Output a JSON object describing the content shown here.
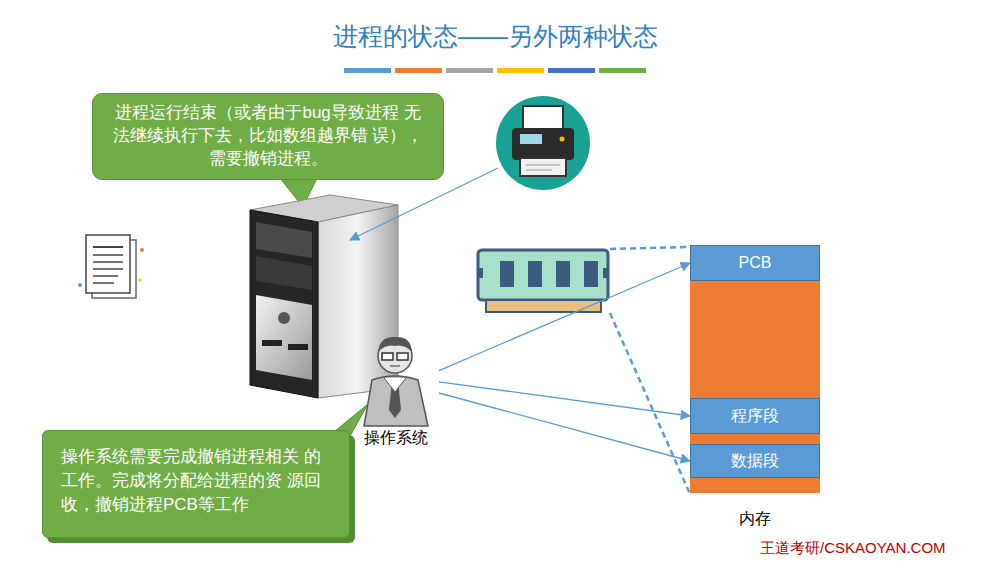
{
  "diagram": {
    "title": "进程的状态——另外两种状态",
    "nodes": [
      {
        "text": [
          "进程运行结束（或者由于bug导致进程 无法继续执行下去，比如数组越界错 误），需要撤销进程。"
        ]
      },
      {
        "text": [
          "操作系统"
        ]
      },
      {
        "text": [
          "操作系统需要完成撤销进程相关 的工作。完成将分配给进程的资 源回收，撤销进程PCB等工作"
        ]
      },
      {
        "text": [
          "内存"
        ]
      },
      {
        "text": [
          "PCB"
        ],
        "in": 3
      },
      {
        "text": [
          "程序段"
        ],
        "in": 3
      },
      {
        "text": [
          "数据段"
        ],
        "in": 3
      }
    ],
    "edges": [
      {
        "from": 1,
        "to": 4,
        "arrow": "to"
      },
      {
        "from": 1,
        "to": 5,
        "arrow": "to"
      },
      {
        "from": 1,
        "to": 6,
        "arrow": "to"
      }
    ],
    "labels": [
      "王道考研/CSKAOYAN.COM"
    ]
  }
}
